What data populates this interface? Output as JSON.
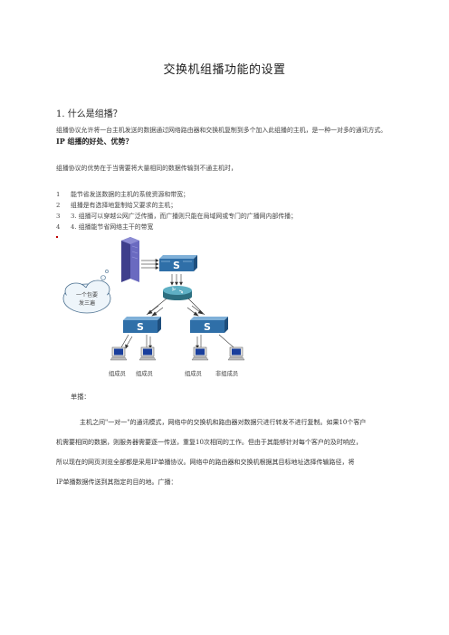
{
  "title": "交换机组播功能的设置",
  "section1": {
    "heading": "1. 什么是组播？",
    "definition_pre": "组播协议允许将一台主机发送的数据通过网络路由器和交换机复制到多个加入此组播的主机，是一种一对多的通讯方式。",
    "definition_strong": "IP 组播的好处、优势？",
    "advantage_intro": "组播协议的优势在于当需要将大量相同的数据传输到不通主机时，",
    "list": [
      {
        "num": "1",
        "text": "能节省发送数据的主机的系统资源和带宽；"
      },
      {
        "num": "2",
        "text": "组播是有选择地复制给又要求的主机；"
      },
      {
        "num": "3",
        "text": "3. 组播可以穿越公网广泛传播，而广播则只能在局域网或专门的广播网内部传播；"
      },
      {
        "num": "4",
        "text": "4. 组播能节省网络主干的带宽"
      }
    ]
  },
  "diagram": {
    "cloud_text_line1": "一个包要",
    "cloud_text_line2": "发三遍",
    "switch_label": "S",
    "hosts": [
      "组成员",
      "组成员",
      "组成员",
      "非组成员"
    ]
  },
  "unicast": {
    "heading": "单播：",
    "body_line1": "主机之间\"一对一\"的通讯模式，网络中的交换机和路由器对数据只进行转发不进行复制。如果10个客户",
    "body_line2": "机需要相同的数据，则服务器需要逐一传送，重复10次相同的工作。但由于其能够针对每个客户的及时响应，",
    "body_line3": "所以现在的网页浏览全部都是采用IP单播协议。网络中的路由器和交换机根据其目标地址选择传输路径，将",
    "body_line4": "IP单播数据传送到其指定的目的地。广播："
  },
  "colors": {
    "switch_blue": "#2f6fa8",
    "router_teal": "#3a8c9c",
    "server_purple": "#5a5aa8",
    "cloud_fill": "#eaf2f8"
  }
}
